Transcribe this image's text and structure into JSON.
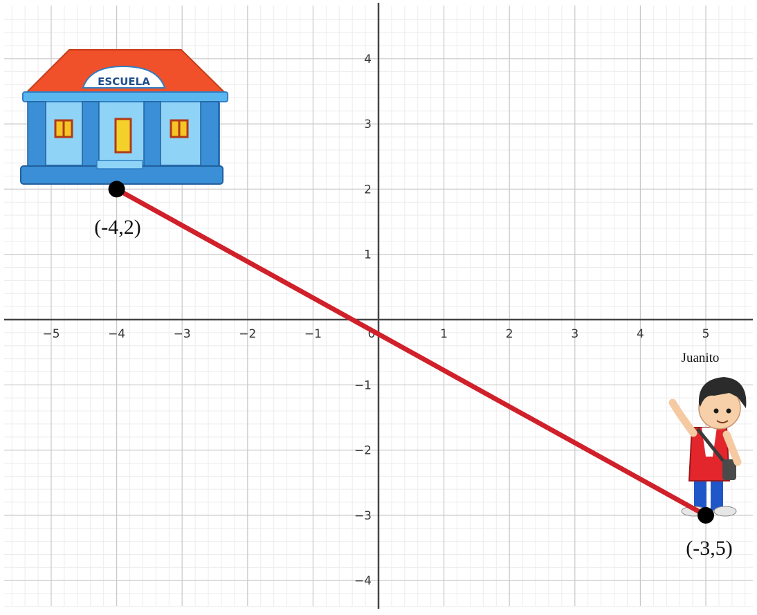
{
  "graph": {
    "x_range": [
      -5.75,
      5.75
    ],
    "y_range": [
      -4.4,
      4.8
    ],
    "x_ticks": [
      "−5",
      "−4",
      "−3",
      "−2",
      "−1",
      "0",
      "1",
      "2",
      "3",
      "4",
      "5"
    ],
    "y_ticks": [
      "−4",
      "−3",
      "−2",
      "−1",
      "1",
      "2",
      "3",
      "4"
    ],
    "line_color": "#d0202a",
    "point_color": "#000000"
  },
  "school": {
    "sign": "ESCUELA",
    "label": "(-4,2)",
    "x": -4,
    "y": 2
  },
  "boy": {
    "name": "Juanito",
    "label": "(-3,5)",
    "x": 5,
    "y": -3
  }
}
